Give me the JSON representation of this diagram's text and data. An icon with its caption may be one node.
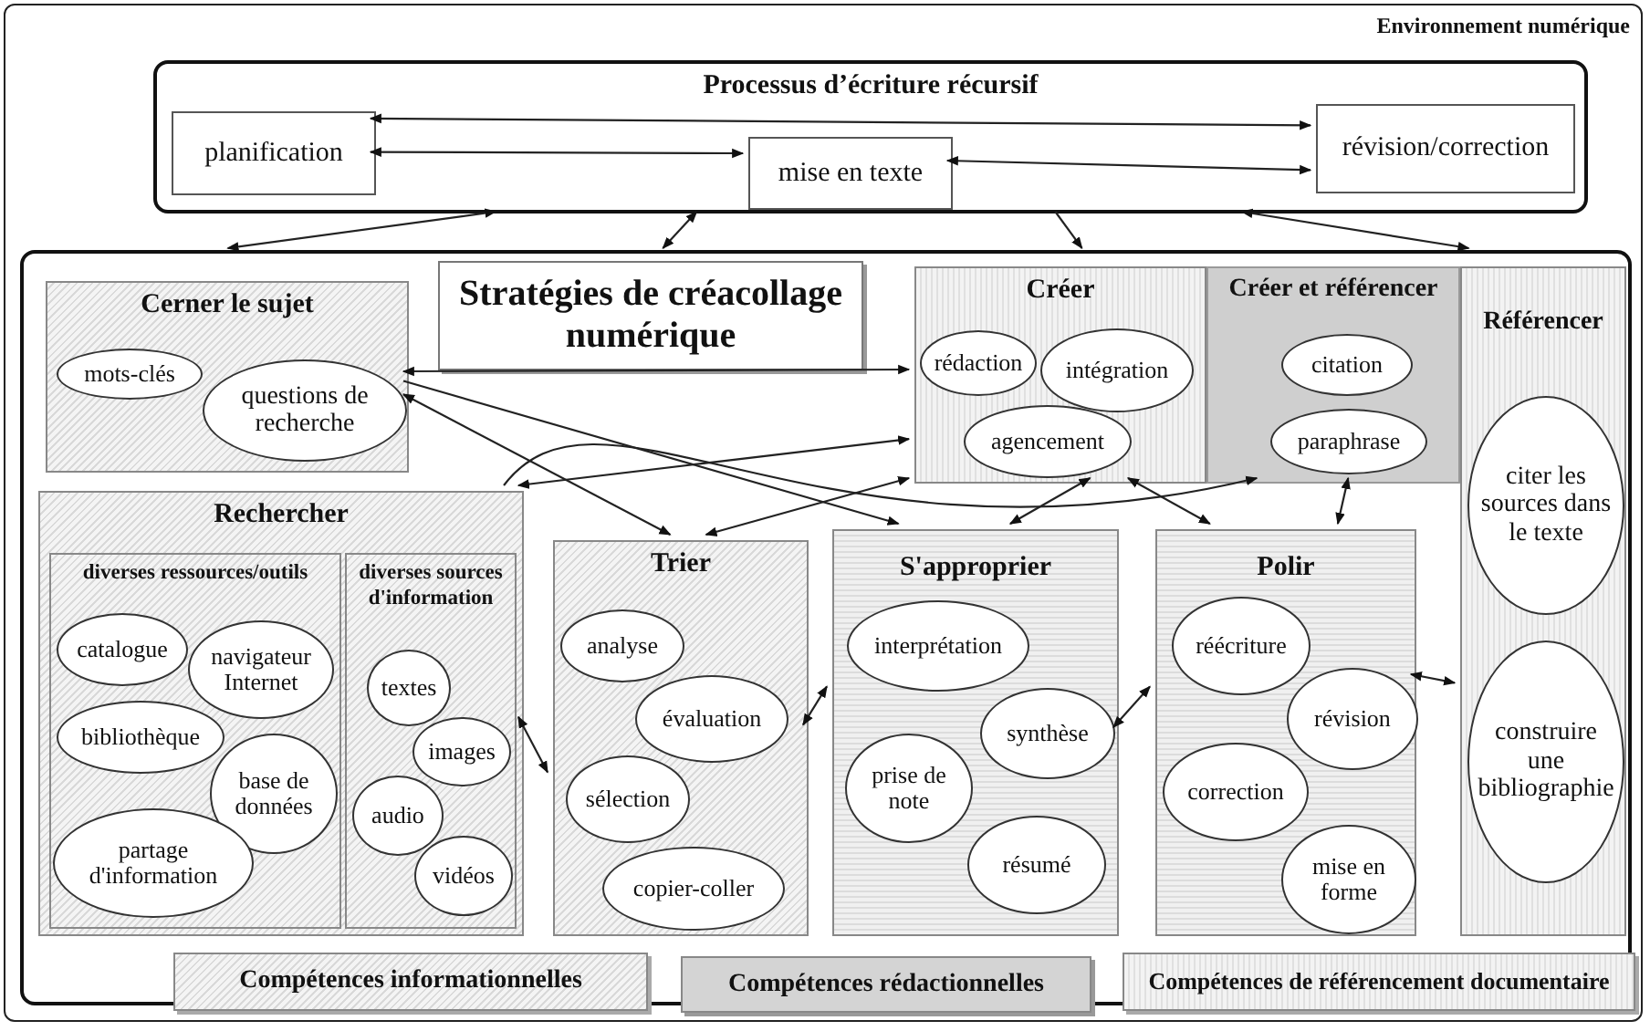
{
  "diagram": {
    "nodes": [
      {
        "text": [
          "Environnement numérique"
        ]
      },
      {
        "text": [
          "Processus d’écriture récursif"
        ],
        "in": 0
      },
      {
        "text": [
          "planification"
        ],
        "in": 1
      },
      {
        "text": [
          "mise en texte"
        ],
        "in": 1
      },
      {
        "text": [
          "révision/correction"
        ],
        "in": 1
      },
      {
        "text": [],
        "shape": "box",
        "in": 0
      },
      {
        "text": [
          "Stratégies de créacollage numérique"
        ],
        "in": 5
      },
      {
        "text": [
          "Cerner le sujet"
        ],
        "in": 5
      },
      {
        "text": [
          "mots-clés"
        ],
        "in": 7
      },
      {
        "text": [
          "questions de recherche"
        ],
        "in": 7
      },
      {
        "text": [
          "Rechercher"
        ],
        "in": 5
      },
      {
        "text": [
          "diverses ressources/outils"
        ],
        "in": 10
      },
      {
        "text": [
          "catalogue"
        ],
        "in": 11
      },
      {
        "text": [
          "navigateur Internet"
        ],
        "in": 11
      },
      {
        "text": [
          "bibliothèque"
        ],
        "in": 11
      },
      {
        "text": [
          "base de données"
        ],
        "in": 11
      },
      {
        "text": [
          "partage d'information"
        ],
        "in": 11
      },
      {
        "text": [
          "diverses sources d'information"
        ],
        "in": 10
      },
      {
        "text": [
          "textes"
        ],
        "in": 17
      },
      {
        "text": [
          "images"
        ],
        "in": 17
      },
      {
        "text": [
          "audio"
        ],
        "in": 17
      },
      {
        "text": [
          "vidéos"
        ],
        "in": 17
      },
      {
        "text": [
          "Trier"
        ],
        "in": 5
      },
      {
        "text": [
          "analyse"
        ],
        "in": 22
      },
      {
        "text": [
          "évaluation"
        ],
        "in": 22
      },
      {
        "text": [
          "sélection"
        ],
        "in": 22
      },
      {
        "text": [
          "copier-coller"
        ],
        "in": 22
      },
      {
        "text": [
          "Créer"
        ],
        "in": 5
      },
      {
        "text": [
          "rédaction"
        ],
        "in": 27
      },
      {
        "text": [
          "intégration"
        ],
        "in": 27
      },
      {
        "text": [
          "agencement"
        ],
        "in": 27
      },
      {
        "text": [
          "Créer et référencer"
        ],
        "in": 5
      },
      {
        "text": [
          "citation"
        ],
        "in": 31
      },
      {
        "text": [
          "paraphrase"
        ],
        "in": 31
      },
      {
        "text": [
          "Référencer"
        ],
        "in": 5
      },
      {
        "text": [
          "citer les sources dans le texte"
        ],
        "in": 34
      },
      {
        "text": [
          "construire une bibliographie"
        ],
        "in": 34
      },
      {
        "text": [
          "S'approprier"
        ],
        "in": 5
      },
      {
        "text": [
          "interprétation"
        ],
        "in": 37
      },
      {
        "text": [
          "synthèse"
        ],
        "in": 37
      },
      {
        "text": [
          "prise de note"
        ],
        "in": 37
      },
      {
        "text": [
          "résumé"
        ],
        "in": 37
      },
      {
        "text": [
          "Polir"
        ],
        "in": 5
      },
      {
        "text": [
          "réécriture"
        ],
        "in": 42
      },
      {
        "text": [
          "révision"
        ],
        "in": 42
      },
      {
        "text": [
          "correction"
        ],
        "in": 42
      },
      {
        "text": [
          "mise en forme"
        ],
        "in": 42
      },
      {
        "text": [
          "Compétences informationnelles"
        ],
        "in": 5
      },
      {
        "text": [
          "Compétences rédactionnelles"
        ],
        "in": 5
      },
      {
        "text": [
          "Compétences de référencement documentaire"
        ],
        "in": 5
      }
    ],
    "edges": [
      {
        "from": 2,
        "to": 4,
        "arrow": "both"
      },
      {
        "from": 2,
        "to": 3,
        "arrow": "both"
      },
      {
        "from": 3,
        "to": 4,
        "arrow": "both"
      },
      {
        "from": 1,
        "to": 5,
        "arrow": "both"
      },
      {
        "from": 1,
        "to": 5,
        "arrow": "both"
      },
      {
        "from": 1,
        "to": 5,
        "arrow": "to"
      },
      {
        "from": 1,
        "to": 5,
        "arrow": "both"
      },
      {
        "from": 7,
        "to": 27,
        "arrow": "both"
      },
      {
        "from": 7,
        "to": 22,
        "arrow": "both"
      },
      {
        "from": 7,
        "to": 37,
        "arrow": "to"
      },
      {
        "from": 27,
        "to": 10,
        "arrow": "both"
      },
      {
        "from": 10,
        "to": 31,
        "arrow": "to"
      },
      {
        "from": 27,
        "to": 22,
        "arrow": "both"
      },
      {
        "from": 27,
        "to": 37,
        "arrow": "both"
      },
      {
        "from": 27,
        "to": 42,
        "arrow": "both"
      },
      {
        "from": 31,
        "to": 42,
        "arrow": "both"
      },
      {
        "from": 10,
        "to": 22,
        "arrow": "both"
      },
      {
        "from": 22,
        "to": 37,
        "arrow": "both"
      },
      {
        "from": 37,
        "to": 42,
        "arrow": "both"
      },
      {
        "from": 42,
        "to": 34,
        "arrow": "both"
      }
    ]
  }
}
